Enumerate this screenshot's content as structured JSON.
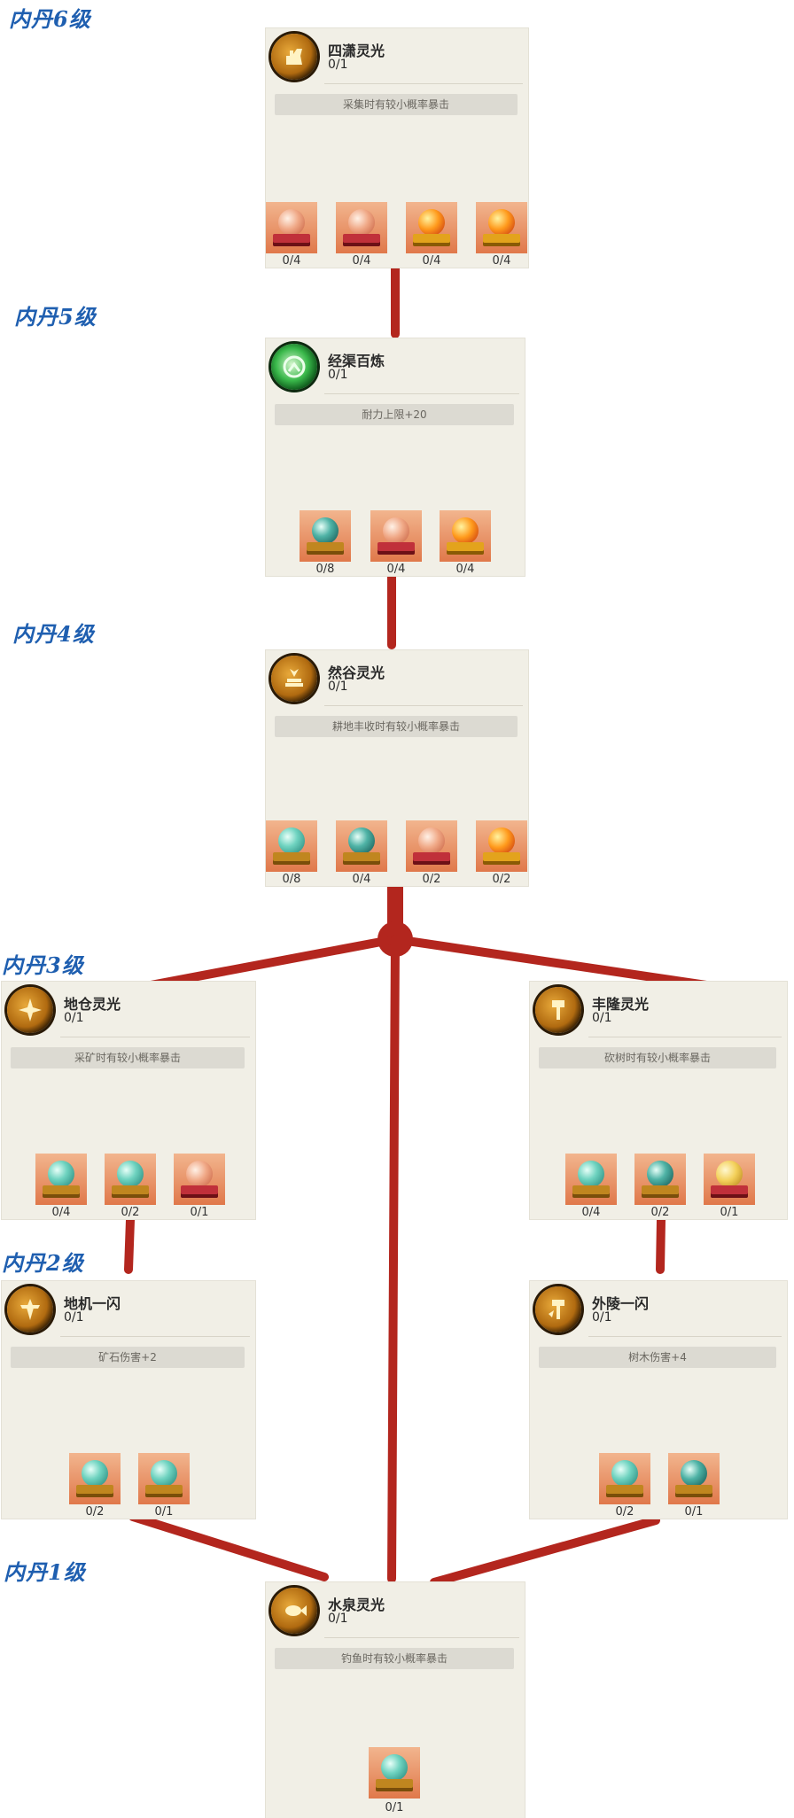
{
  "tiers": {
    "t6": "内丹6级",
    "t5": "内丹5级",
    "t4": "内丹4级",
    "t3": "内丹3级",
    "t2": "内丹2级",
    "t1": "内丹1级"
  },
  "nodes": {
    "simao": {
      "name": "四潇灵光",
      "level": "0/1",
      "desc": "采集时有较小概率暴击",
      "items": [
        "0/4",
        "0/4",
        "0/4",
        "0/4"
      ]
    },
    "jingqu": {
      "name": "经渠百炼",
      "level": "0/1",
      "desc": "耐力上限+20",
      "items": [
        "0/8",
        "0/4",
        "0/4"
      ]
    },
    "rangu": {
      "name": "然谷灵光",
      "level": "0/1",
      "desc": "耕地丰收时有较小概率暴击",
      "items": [
        "0/8",
        "0/4",
        "0/2",
        "0/2"
      ]
    },
    "dicang": {
      "name": "地仓灵光",
      "level": "0/1",
      "desc": "采矿时有较小概率暴击",
      "items": [
        "0/4",
        "0/2",
        "0/1"
      ]
    },
    "fenglong": {
      "name": "丰隆灵光",
      "level": "0/1",
      "desc": "砍树时有较小概率暴击",
      "items": [
        "0/4",
        "0/2",
        "0/1"
      ]
    },
    "diji": {
      "name": "地机一闪",
      "level": "0/1",
      "desc": "矿石伤害+2",
      "items": [
        "0/2",
        "0/1"
      ]
    },
    "wailing": {
      "name": "外陵一闪",
      "level": "0/1",
      "desc": "树木伤害+4",
      "items": [
        "0/2",
        "0/1"
      ]
    },
    "shuiquan": {
      "name": "水泉灵光",
      "level": "0/1",
      "desc": "钓鱼时有较小概率暴击",
      "items": [
        "0/1"
      ]
    }
  },
  "colors": {
    "tier_text": "#1f5fb0",
    "connector": "#b3261e",
    "node_bg": "#f1efe6"
  },
  "icons": {
    "simao": "hand-leaf-icon",
    "jingqu": "green-arrow-ring-icon",
    "rangu": "wheat-stack-icon",
    "dicang": "pickaxe-burst-icon",
    "fenglong": "axe-burst-icon",
    "diji": "pickaxe-flash-icon",
    "wailing": "axe-flash-icon",
    "shuiquan": "fish-icon"
  }
}
